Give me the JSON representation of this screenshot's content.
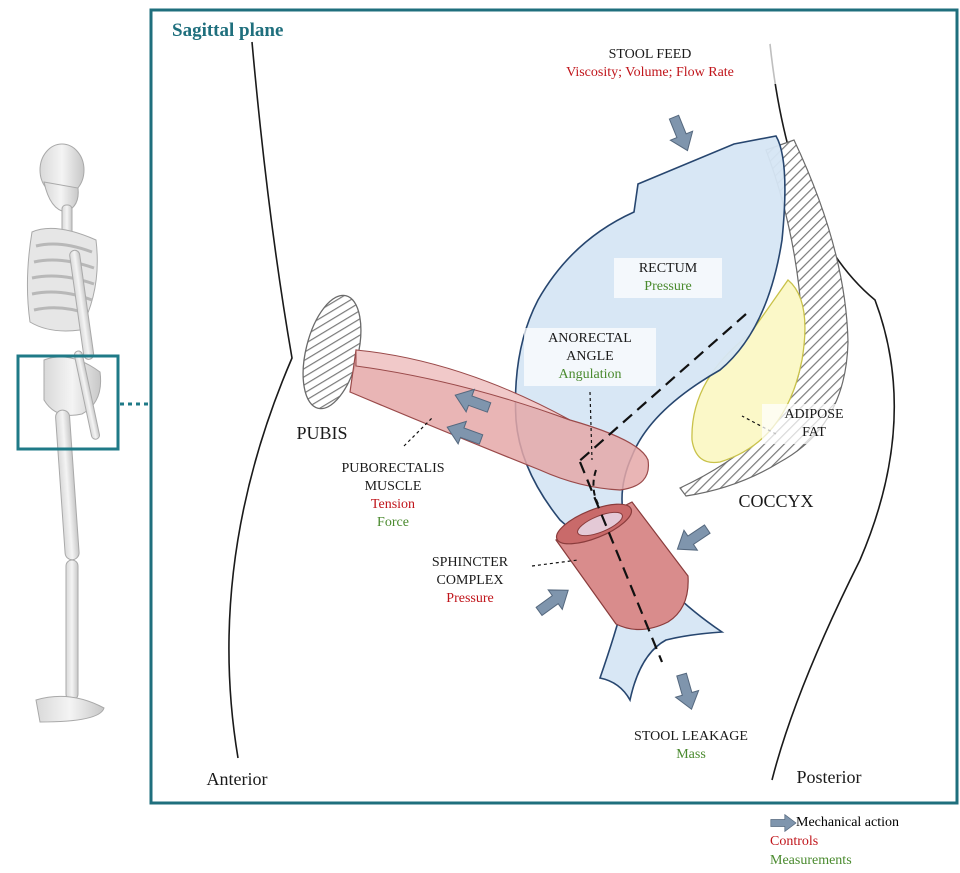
{
  "title": "Sagittal plane",
  "colors": {
    "frame": "#1f6f7d",
    "rectum_fill": "#d6e6f4",
    "muscle_fill": "#d98c8c",
    "fat_fill": "#fbf8c8",
    "arrow_fill": "#7f95ad",
    "controls": "#c0151b",
    "measurements": "#4a8a2e"
  },
  "labels": {
    "stool_feed": {
      "name": "STOOL FEED",
      "controls": "Viscosity; Volume; Flow Rate"
    },
    "rectum": {
      "name": "RECTUM",
      "measurement": "Pressure"
    },
    "anorectal_angle": {
      "name_line1": "ANORECTAL",
      "name_line2": "ANGLE",
      "measurement": "Angulation"
    },
    "adipose_fat": {
      "name_line1": "ADIPOSE",
      "name_line2": "FAT"
    },
    "pubis": "PUBIS",
    "puborectalis": {
      "name_line1": "PUBORECTALIS",
      "name_line2": "MUSCLE",
      "control": "Tension",
      "measurement": "Force"
    },
    "coccyx": "COCCYX",
    "sphincter": {
      "name_line1": "SPHINCTER",
      "name_line2": "COMPLEX",
      "control": "Pressure"
    },
    "stool_leakage": {
      "name": "STOOL LEAKAGE",
      "measurement": "Mass"
    },
    "anterior": "Anterior",
    "posterior": "Posterior"
  },
  "legend": {
    "arrow_label": "Mechanical action",
    "controls": "Controls",
    "measurements": "Measurements"
  },
  "icons": [
    "skeleton-figure",
    "arrow-icon"
  ]
}
